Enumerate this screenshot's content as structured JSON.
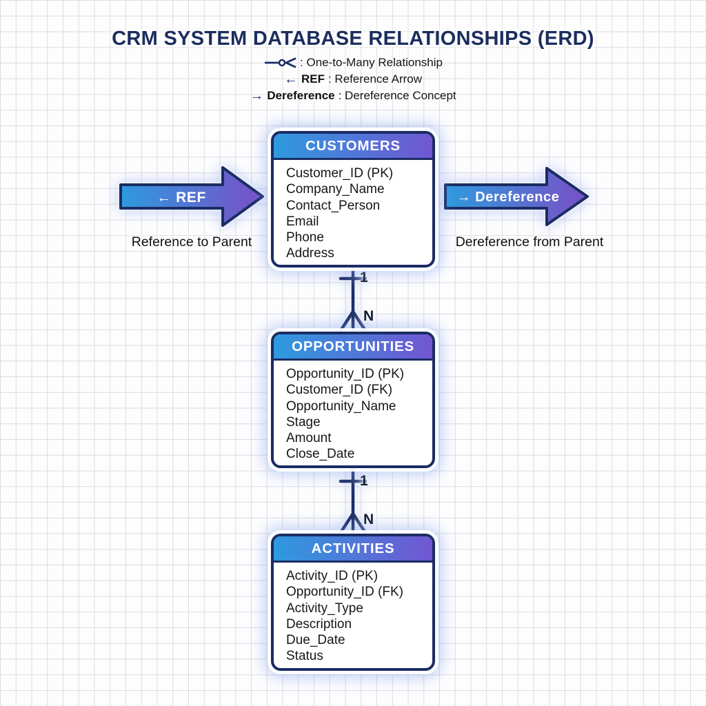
{
  "title": "CRM SYSTEM DATABASE RELATIONSHIPS (ERD)",
  "legend": {
    "items": [
      {
        "icon": "one-to-many-icon",
        "glyph": "",
        "term": "",
        "description": ": One-to-Many Relationship"
      },
      {
        "icon": "left-arrow-icon",
        "glyph": "←",
        "term": "REF",
        "description": ": Reference Arrow"
      },
      {
        "icon": "right-arrow-icon",
        "glyph": "→",
        "term": "Dereference",
        "description": ": Dereference Concept"
      }
    ]
  },
  "entities": [
    {
      "name": "CUSTOMERS",
      "fields": [
        "Customer_ID (PK)",
        "Company_Name",
        "Contact_Person",
        "Email",
        "Phone",
        "Address"
      ]
    },
    {
      "name": "OPPORTUNITIES",
      "fields": [
        "Opportunity_ID (PK)",
        "Customer_ID (FK)",
        "Opportunity_Name",
        "Stage",
        "Amount",
        "Close_Date"
      ]
    },
    {
      "name": "ACTIVITIES",
      "fields": [
        "Activity_ID (PK)",
        "Opportunity_ID (FK)",
        "Activity_Type",
        "Description",
        "Due_Date",
        "Status"
      ]
    }
  ],
  "relationships": [
    {
      "from": "CUSTOMERS",
      "to": "OPPORTUNITIES",
      "parent_cardinality": "1",
      "child_cardinality": "N"
    },
    {
      "from": "OPPORTUNITIES",
      "to": "ACTIVITIES",
      "parent_cardinality": "1",
      "child_cardinality": "N"
    }
  ],
  "arrows": {
    "ref": {
      "label": "← REF",
      "caption": "Reference to Parent"
    },
    "dereference": {
      "label": "→ Dereference",
      "caption": "Dereference from Parent"
    }
  },
  "colors": {
    "navy": "#1A2C63",
    "gradient_blue": "#2E9ADF",
    "gradient_purple": "#7156D2",
    "title_navy": "#1B2D5E",
    "text_dark": "#161616",
    "grid_line": "#DCDCE2",
    "background": "#FDFDFE",
    "glow_blue": "#7D9BEB"
  }
}
